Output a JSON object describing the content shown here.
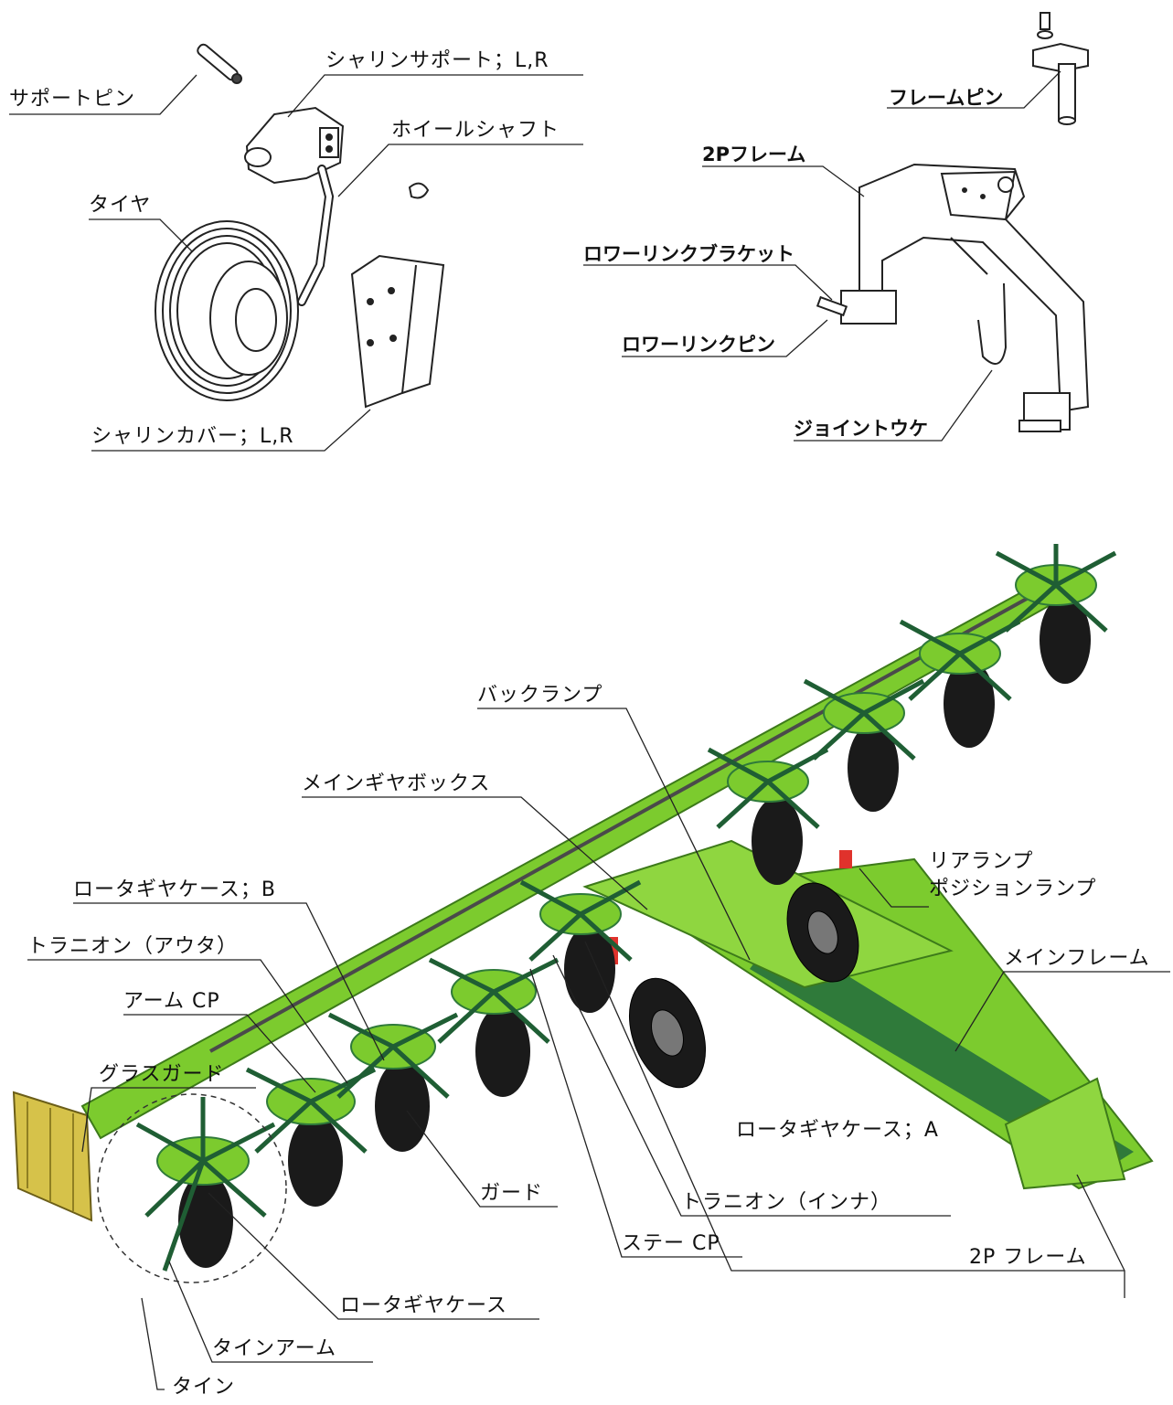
{
  "wheel_assembly": {
    "support_pin": "サポートピン",
    "wheel_support": "シャリンサポート；L,R",
    "wheel_shaft": "ホイールシャフト",
    "tire": "タイヤ",
    "wheel_cover": "シャリンカバー；L,R"
  },
  "frame_assembly": {
    "frame_pin": "フレームピン",
    "frame_2p": "2Pフレーム",
    "lower_link_bracket": "ロワーリンクブラケット",
    "lower_link_pin": "ロワーリンクピン",
    "joint_holder": "ジョイントウケ"
  },
  "machine": {
    "back_lamp": "バックランプ",
    "main_gearbox": "メインギヤボックス",
    "rear_lamp_line1": "リアランプ",
    "rear_lamp_line2": "ポジションランプ",
    "rotor_gear_case_b": "ロータギヤケース；B",
    "trunnion_outer": "トラニオン（アウタ）",
    "main_frame": "メインフレーム",
    "arm_cp": "アーム CP",
    "grass_guard": "グラスガード",
    "rotor_gear_case_a": "ロータギヤケース；A",
    "guard": "ガード",
    "trunnion_inner": "トラニオン（インナ）",
    "stay_cp": "ステー CP",
    "frame_2p": "2P フレーム",
    "rotor_gear_case": "ロータギヤケース",
    "tine_arm": "タインアーム",
    "tine": "タイン"
  },
  "colors": {
    "frame_green": "#7ccb2e",
    "dark_green": "#2f7a3a",
    "tine_dark": "#1f5e34",
    "guard_yellow": "#d6c24a",
    "line": "#222222"
  }
}
